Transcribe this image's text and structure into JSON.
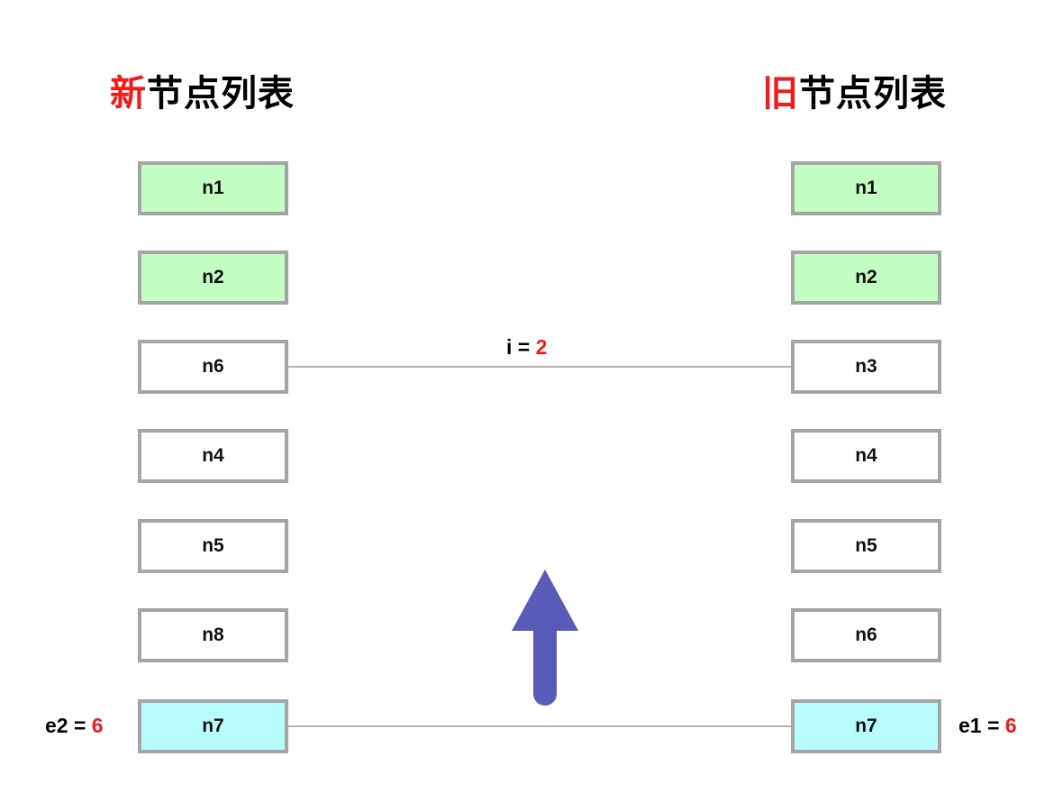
{
  "columns": {
    "left": {
      "title_prefix": "新",
      "title_rest": "节点列表",
      "title_full": "新节点列表",
      "nodes": [
        {
          "label": "n1",
          "fill": "green"
        },
        {
          "label": "n2",
          "fill": "green"
        },
        {
          "label": "n6",
          "fill": "white"
        },
        {
          "label": "n4",
          "fill": "white"
        },
        {
          "label": "n5",
          "fill": "white"
        },
        {
          "label": "n8",
          "fill": "white"
        },
        {
          "label": "n7",
          "fill": "cyan"
        }
      ]
    },
    "right": {
      "title_prefix": "旧",
      "title_rest": "节点列表",
      "title_full": "旧节点列表",
      "nodes": [
        {
          "label": "n1",
          "fill": "green"
        },
        {
          "label": "n2",
          "fill": "green"
        },
        {
          "label": "n3",
          "fill": "white"
        },
        {
          "label": "n4",
          "fill": "white"
        },
        {
          "label": "n5",
          "fill": "white"
        },
        {
          "label": "n6",
          "fill": "white"
        },
        {
          "label": "n7",
          "fill": "cyan"
        }
      ]
    }
  },
  "annotations": {
    "index_label_text": "i = ",
    "index_label_value": "2",
    "left_end_text": "e2 = ",
    "left_end_value": "6",
    "right_end_text": "e1 = ",
    "right_end_value": "6"
  },
  "arrow": {
    "name": "up-arrow",
    "direction": "up",
    "color": "#585cb8"
  },
  "colors": {
    "accent_red": "#ee1c1c",
    "node_border": "#a5a5a5",
    "node_green": "#c3ffc3",
    "node_cyan": "#b9fcfc",
    "connector": "#b2b2b2",
    "background": "#ffffff"
  }
}
